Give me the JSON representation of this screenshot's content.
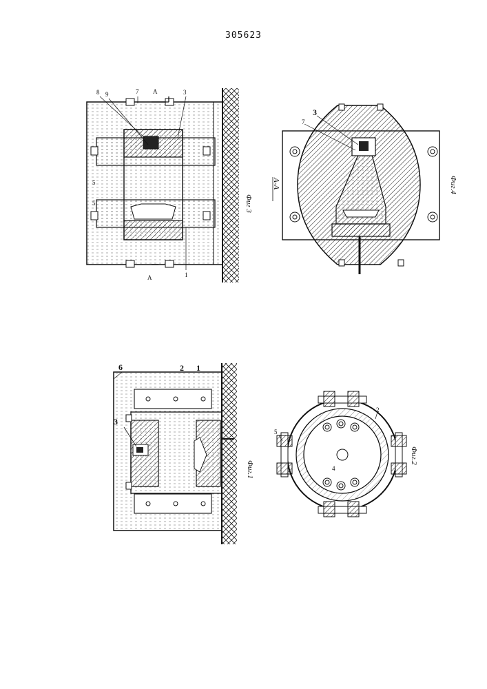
{
  "document": {
    "patent_number": "305623"
  },
  "figures": {
    "fig1": {
      "caption": "Фиг.1",
      "labels": {
        "l6": "6",
        "l2": "2",
        "l1": "1",
        "l3": "3"
      }
    },
    "fig2": {
      "caption": "Фиг.2",
      "labels": {
        "l5": "5",
        "l2": "2",
        "l4": "4"
      }
    },
    "fig3": {
      "caption": "Фиг 3",
      "labels": {
        "l8": "8",
        "l9": "9",
        "l7": "7",
        "lA_top": "А",
        "l3": "3",
        "l5a": "5",
        "l5b": "5",
        "lA_bottom": "А",
        "l1": "1"
      }
    },
    "fig4": {
      "caption": "Фиг.4",
      "section": "А-А",
      "labels": {
        "l3": "3",
        "l7": "7"
      }
    }
  },
  "colors": {
    "ink": "#111111",
    "paper": "#ffffff"
  }
}
